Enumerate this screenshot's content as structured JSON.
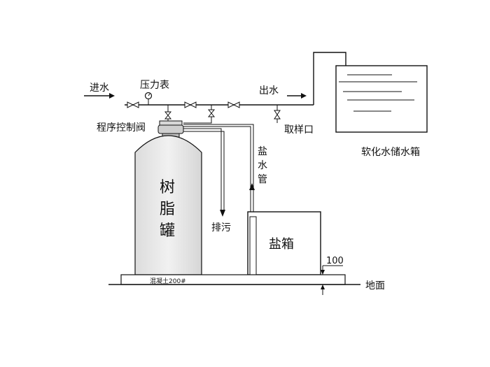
{
  "labels": {
    "inlet": "进水",
    "pressure_gauge": "压力表",
    "outlet": "出水",
    "control_valve": "程序控制阀",
    "sampling_port": "取样口",
    "storage_tank": "软化水储水箱",
    "brine_pipe": [
      "盐",
      "水",
      "管"
    ],
    "resin_tank": [
      "树",
      "脂",
      "罐"
    ],
    "drain": "排污",
    "brine_box": "盐箱",
    "height": "100",
    "concrete": "混凝土200#",
    "ground": "地面"
  },
  "colors": {
    "line": "#111111",
    "tank_fill": "#e6e6e6",
    "background": "#ffffff"
  }
}
